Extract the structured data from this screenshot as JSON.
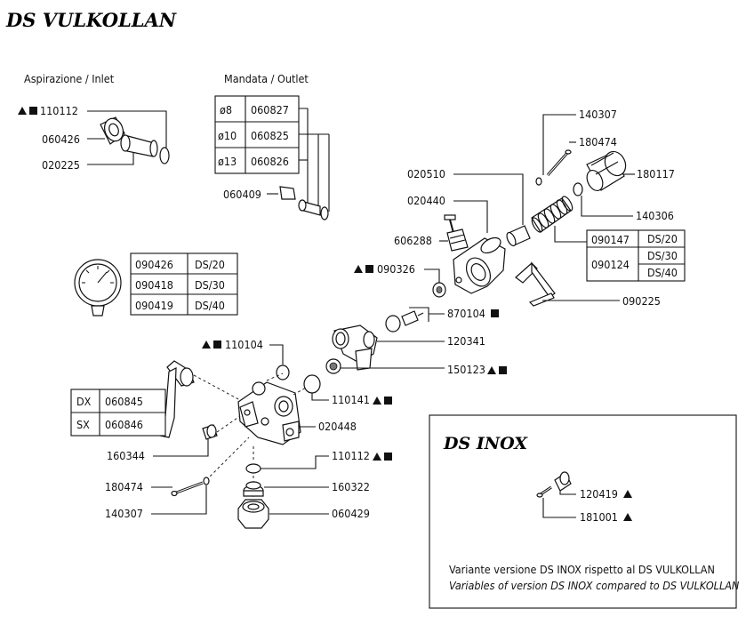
{
  "title": "DS VULKOLLAN",
  "inlet_label": "Aspirazione / Inlet",
  "outlet_label": "Mandata / Outlet",
  "codes": {
    "c110112a": "110112",
    "c060426": "060426",
    "c020225": "020225",
    "c060409": "060409",
    "c140307a": "140307",
    "c180474a": "180474",
    "c180117": "180117",
    "c020510": "020510",
    "c020440": "020440",
    "c140306": "140306",
    "c606288": "606288",
    "c090326": "090326",
    "c090225": "090225",
    "c870104": "870104",
    "c120341": "120341",
    "c110104": "110104",
    "c150123": "150123",
    "c110141": "110141",
    "c020448": "020448",
    "c110112b": "110112",
    "c160344": "160344",
    "c160322": "160322",
    "c180474b": "180474",
    "c140307b": "140307",
    "c060429": "060429"
  },
  "outlet_table": [
    {
      "dia": "ø8",
      "code": "060827"
    },
    {
      "dia": "ø10",
      "code": "060825"
    },
    {
      "dia": "ø13",
      "code": "060826"
    }
  ],
  "gauge_table": [
    {
      "code": "090426",
      "model": "DS/20"
    },
    {
      "code": "090418",
      "model": "DS/30"
    },
    {
      "code": "090419",
      "model": "DS/40"
    }
  ],
  "spring_table": {
    "row1": {
      "code": "090147",
      "model": "DS/20"
    },
    "row2": {
      "code": "090124",
      "model_a": "DS/30",
      "model_b": "DS/40"
    }
  },
  "handle_table": [
    {
      "side": "DX",
      "code": "060845"
    },
    {
      "side": "SX",
      "code": "060846"
    }
  ],
  "inox": {
    "title": "DS INOX",
    "code_a": "120419",
    "code_b": "181001",
    "note_it": "Variante versione DS INOX rispetto al DS VULKOLLAN",
    "note_en": "Variables of version DS INOX compared to DS VULKOLLAN"
  },
  "symbols": {
    "triangle": "triangle-symbol",
    "square": "square-symbol"
  }
}
